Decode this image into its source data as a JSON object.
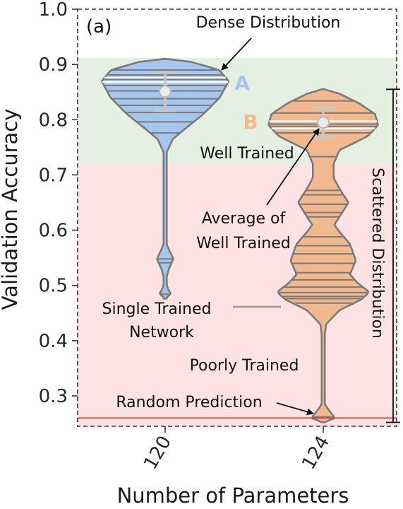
{
  "chart_data": {
    "type": "violin",
    "panel_label": "(a)",
    "xlabel": "Number of Parameters",
    "ylabel": "Validation Accuracy",
    "ylim": [
      0.245,
      1.0
    ],
    "yticks": [
      0.3,
      0.4,
      0.5,
      0.6,
      0.7,
      0.8,
      0.9,
      1.0
    ],
    "categories": [
      "120",
      "124"
    ],
    "regions": [
      {
        "label": "Well Trained",
        "from": 0.72,
        "to": 0.912,
        "color": "#e5f0e3",
        "label_color": "#44e044"
      },
      {
        "label": "Poorly Trained",
        "from": 0.245,
        "to": 0.72,
        "color": "#fde3e3",
        "label_color": "#f47f7f"
      }
    ],
    "random_prediction": 0.26,
    "series": [
      {
        "category": "120",
        "label": "A",
        "fill": "#a7c6ee",
        "label_color": "#a7c6ee",
        "width_profile": [
          [
            0.476,
            0
          ],
          [
            0.485,
            0.09
          ],
          [
            0.495,
            0.04
          ],
          [
            0.51,
            0.01
          ],
          [
            0.53,
            0.06
          ],
          [
            0.548,
            0.13
          ],
          [
            0.565,
            0.06
          ],
          [
            0.58,
            0.005
          ],
          [
            0.62,
            0.005
          ],
          [
            0.7,
            0.005
          ],
          [
            0.74,
            0.02
          ],
          [
            0.765,
            0.12
          ],
          [
            0.785,
            0.33
          ],
          [
            0.81,
            0.6
          ],
          [
            0.84,
            0.86
          ],
          [
            0.87,
            1.0
          ],
          [
            0.89,
            0.85
          ],
          [
            0.905,
            0.4
          ],
          [
            0.91,
            0
          ]
        ],
        "max_half_width": 90,
        "points": [
          0.484,
          0.541,
          0.548,
          0.776,
          0.796,
          0.813,
          0.826,
          0.838,
          0.852,
          0.862,
          0.868,
          0.873,
          0.876,
          0.881,
          0.89
        ],
        "mean": 0.851,
        "error": [
          0.816,
          0.886
        ]
      },
      {
        "category": "124",
        "label": "B",
        "fill": "#f2b98f",
        "label_color": "#f2b98f",
        "width_profile": [
          [
            0.252,
            0
          ],
          [
            0.26,
            0.16
          ],
          [
            0.27,
            0.1
          ],
          [
            0.285,
            0.02
          ],
          [
            0.3,
            0.01
          ],
          [
            0.4,
            0.01
          ],
          [
            0.43,
            0.04
          ],
          [
            0.455,
            0.22
          ],
          [
            0.475,
            0.52
          ],
          [
            0.488,
            0.62
          ],
          [
            0.505,
            0.46
          ],
          [
            0.52,
            0.36
          ],
          [
            0.545,
            0.44
          ],
          [
            0.575,
            0.36
          ],
          [
            0.6,
            0.2
          ],
          [
            0.61,
            0.15
          ],
          [
            0.62,
            0.2
          ],
          [
            0.65,
            0.34
          ],
          [
            0.675,
            0.22
          ],
          [
            0.695,
            0.14
          ],
          [
            0.72,
            0.14
          ],
          [
            0.745,
            0.22
          ],
          [
            0.77,
            0.6
          ],
          [
            0.79,
            0.74
          ],
          [
            0.81,
            0.7
          ],
          [
            0.83,
            0.48
          ],
          [
            0.848,
            0.2
          ],
          [
            0.855,
            0
          ]
        ],
        "max_half_width": 105,
        "points": [
          0.262,
          0.468,
          0.476,
          0.48,
          0.487,
          0.497,
          0.51,
          0.523,
          0.54,
          0.557,
          0.572,
          0.588,
          0.624,
          0.632,
          0.647,
          0.664,
          0.672,
          0.733,
          0.776,
          0.784,
          0.788,
          0.792,
          0.797,
          0.812,
          0.834
        ],
        "mean": 0.795,
        "error": [
          0.768,
          0.821
        ]
      }
    ],
    "annotations": {
      "dense": "Dense Distribution",
      "average_line1": "Average of",
      "average_line2": "Well Trained",
      "single_line1": "Single Trained",
      "single_line2": "Network",
      "random": "Random Prediction",
      "scattered": "Scattered Distribution"
    }
  }
}
